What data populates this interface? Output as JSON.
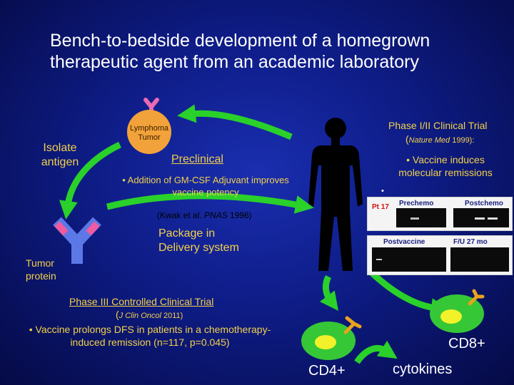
{
  "title_line1": "Bench-to-bedside development of a homegrown",
  "title_line2": "therapeutic agent from an academic laboratory",
  "lymphoma_line1": "Lymphoma",
  "lymphoma_line2": "Tumor",
  "isolate_line1": "Isolate",
  "isolate_line2": "antigen",
  "tumor_protein_line1": "Tumor",
  "tumor_protein_line2": "protein",
  "preclinical": "Preclinical",
  "gmcsf_line1": "• Addition of GM-CSF Adjuvant improves",
  "gmcsf_line2": "vaccine potency",
  "kwak_prefix": "(Kwak et al. ",
  "kwak_journal": "PNAS",
  "kwak_suffix": " 1996)",
  "package_line1": "Package in",
  "package_line2": "Delivery system",
  "phase12_title": "Phase I/II Clinical Trial",
  "phase12_ref_open": "(",
  "phase12_ref_journal": "Nature Med",
  "phase12_ref_year": " 1999):",
  "phase12_line1": "• Vaccine induces",
  "phase12_line2": "molecular remissions",
  "bullet_dot": "•",
  "gel_pt": "Pt 17",
  "gel_prechemo": "Prechemo",
  "gel_postchemo": "Postchemo",
  "gel_postvaccine": "Postvaccine",
  "gel_fu": "F/U 27 mo",
  "phase3_title": "Phase III Controlled  Clinical Trial",
  "phase3_ref_open": "(",
  "phase3_ref_journal": "J Clin Oncol",
  "phase3_ref_year": " 2011)",
  "phase3_line1": "• Vaccine prolongs DFS in patients in a chemotherapy-",
  "phase3_line2": "induced remission (n=117, p=0.045)",
  "cd4": "CD4+",
  "cd8": "CD8+",
  "cytokines": "cytokines",
  "colors": {
    "arrow_green": "#2ad12a",
    "cell_green": "#36c736",
    "nucleus_yellow": "#f2f22a",
    "receptor_gold": "#e8a21c",
    "antibody_blue": "#5c78e6",
    "antigen_pink": "#f05aa0",
    "lymphoma_orange": "#f2a23a",
    "y_pink": "#e86ab2"
  }
}
